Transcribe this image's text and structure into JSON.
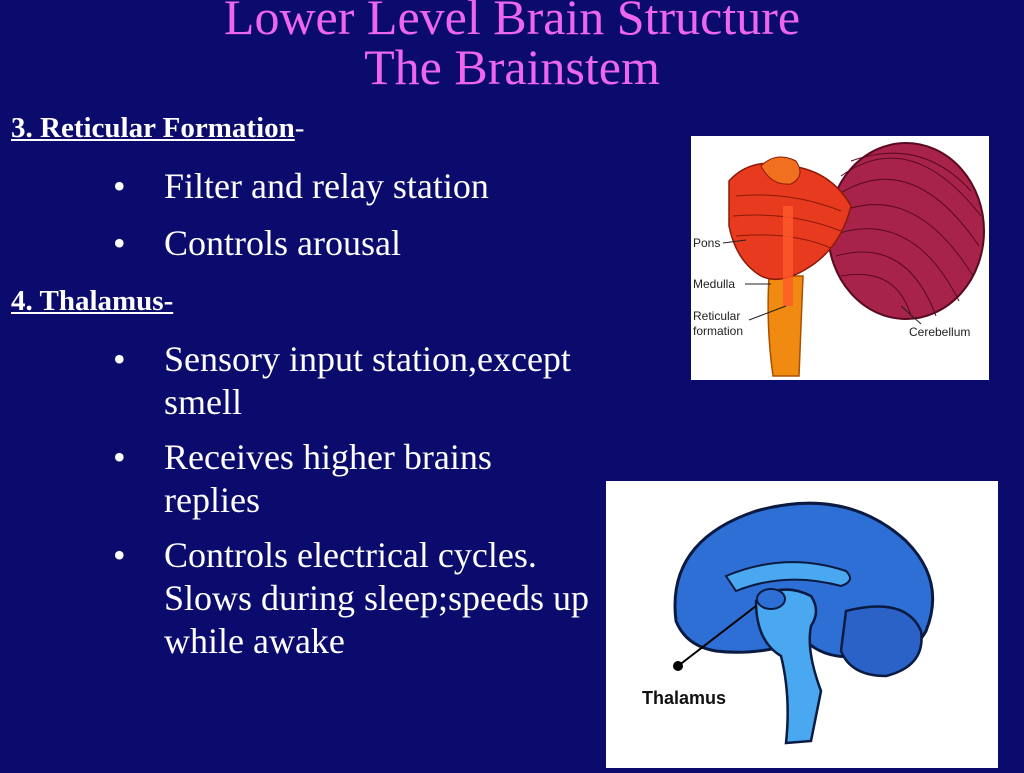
{
  "title": {
    "line1": "Lower Level Brain Structure",
    "line2": "The Brainstem"
  },
  "section3": {
    "heading": "3. Reticular Formation",
    "suffix": "-",
    "bullets": [
      "Filter and relay station",
      "Controls arousal"
    ]
  },
  "section4": {
    "heading": "4. Thalamus-",
    "bullets": [
      "Sensory input station,except smell",
      "Receives higher brains replies",
      "Controls electrical cycles. Slows during sleep;speeds up while awake"
    ]
  },
  "figure1": {
    "labels": {
      "pons": "Pons",
      "medulla": "Medulla",
      "reticular1": "Reticular",
      "reticular2": "formation",
      "cerebellum": "Cerebellum"
    }
  },
  "figure2": {
    "label": "Thalamus"
  },
  "colors": {
    "background": "#0b0b6e",
    "title": "#ee66ee",
    "text": "#ffffff"
  }
}
